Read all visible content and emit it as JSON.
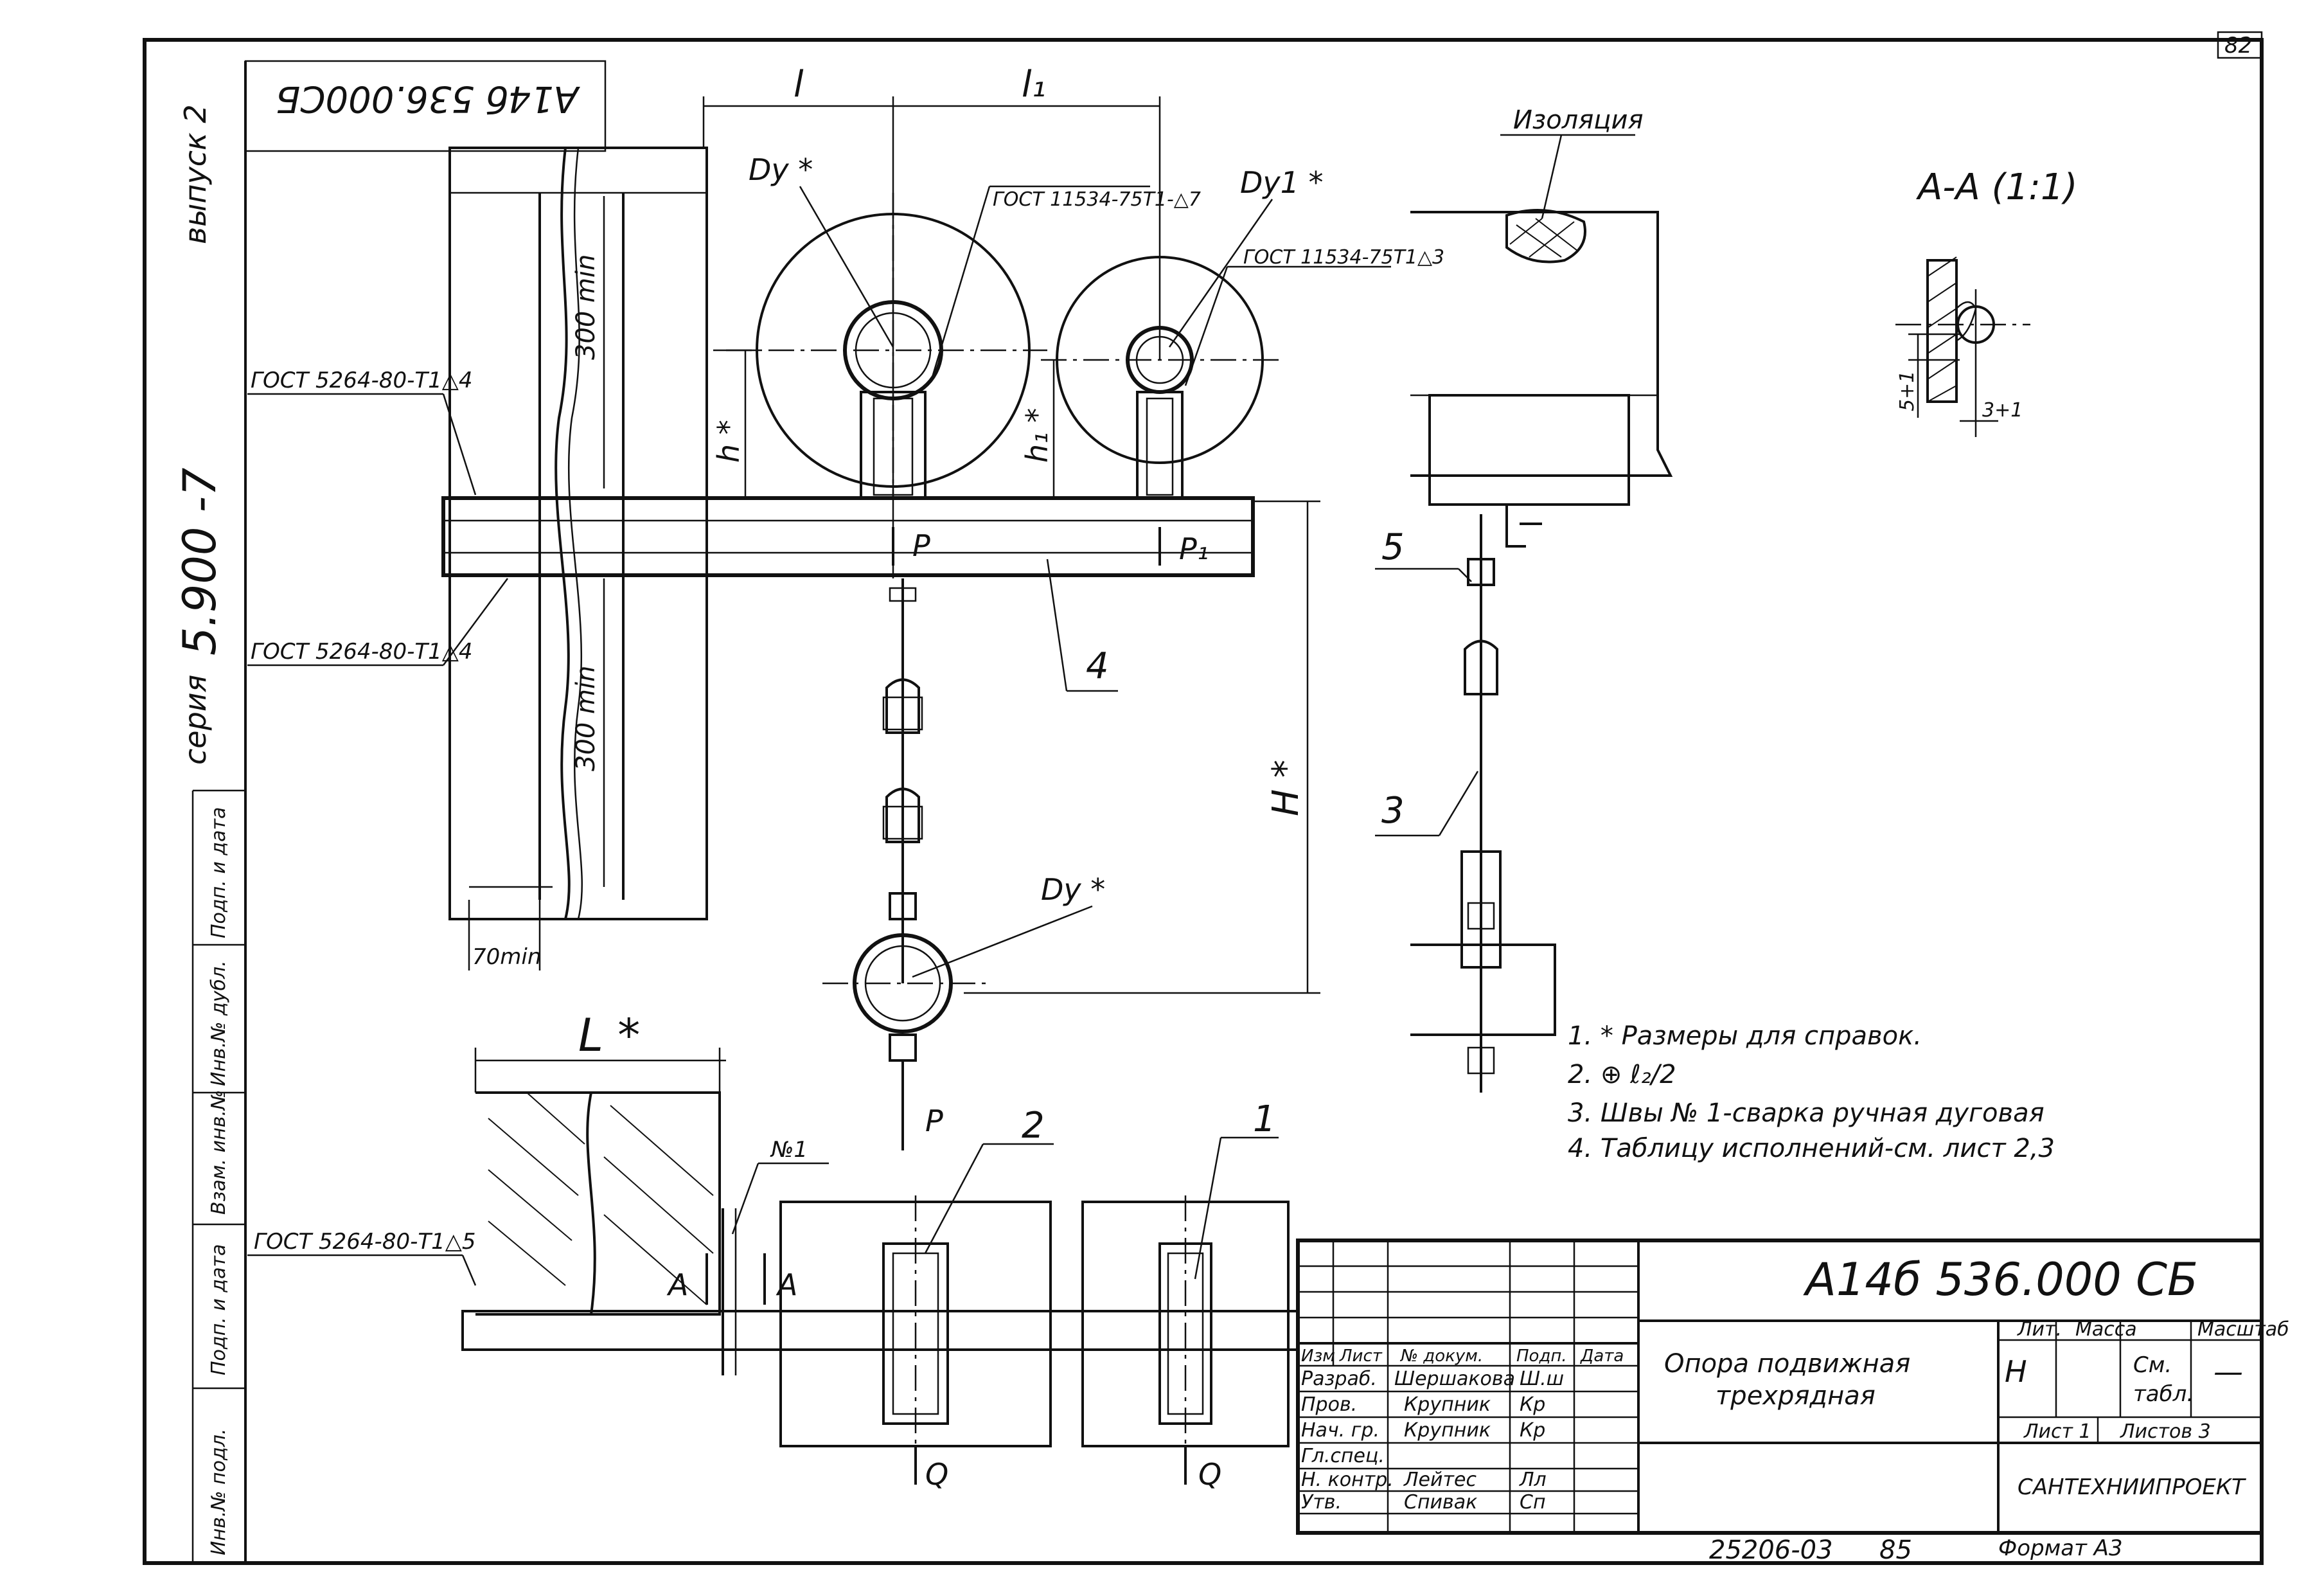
{
  "sheet_number": "82",
  "stamp_code": "А14б 536.000СБ",
  "series": {
    "series_label": "серия",
    "series_value": "5.900 -7",
    "issue": "выпуск 2"
  },
  "left_margin_labels": [
    "Инв.№ подл.",
    "Подп. и дата",
    "Взам. инв.№",
    "Инв.№ дубл.",
    "Подп. и дата"
  ],
  "weld_callouts": {
    "gost_top_pipe": "ГОСТ 11534-75Т1-△7",
    "gost_right_pipe": "ГОСТ 11534-75Т1△3",
    "gost_beam_top": "ГОСТ 5264-80-Т1△4",
    "gost_beam_bottom": "ГОСТ 5264-80-Т1△4",
    "gost_bottom_view": "ГОСТ 5264-80-Т1△5",
    "weld_no": "№1"
  },
  "dimension_labels": {
    "l": "l",
    "l1": "l₁",
    "dy_top": "Dу *",
    "dy1": "Dу1 *",
    "h": "h *",
    "h1": "h₁ *",
    "H": "H *",
    "dy_bottom": "Dу *",
    "L": "L *",
    "min300_top": "300 min",
    "min300_bottom": "300 min",
    "min70": "70min",
    "p_load": "P",
    "p1_load": "P₁",
    "p_bottom": "P",
    "q_left": "Q",
    "q_right": "Q",
    "section_a_left": "А",
    "section_a_right": "А"
  },
  "part_callouts": {
    "part1": "1",
    "part2": "2",
    "part3": "3",
    "part4": "4",
    "part5": "5"
  },
  "right_view": {
    "insulation_label": "Изоляция"
  },
  "section_view": {
    "title": "А-А (1:1)",
    "dim_vertical": "5+1",
    "dim_horizontal": "3+1"
  },
  "notes": [
    "1. * Размеры для справок.",
    "2. ⊕ ℓ₂/2",
    "3. Швы № 1-сварка ручная дуговая",
    "4. Таблицу исполнений-см. лист 2,3"
  ],
  "title_block": {
    "designation": "А14б 536.000 СБ",
    "name_line1": "Опора подвижная",
    "name_line2": "трехрядная",
    "header_labels": [
      "Изм",
      "Лист",
      "№ докум.",
      "Подп.",
      "Дата"
    ],
    "roles": [
      {
        "role": "Разраб.",
        "person": "Шершакова",
        "sign": "Ш.ш"
      },
      {
        "role": "Пров.",
        "person": "Крупник",
        "sign": "Кр"
      },
      {
        "role": "Нач. гр.",
        "person": "Крупник",
        "sign": "Кр"
      },
      {
        "role": "Гл.спец.",
        "person": "",
        "sign": ""
      },
      {
        "role": "Н. контр.",
        "person": "Лейтес",
        "sign": "Лл"
      },
      {
        "role": "Утв.",
        "person": "Спивак",
        "sign": "Сп"
      }
    ],
    "lit_label": "Лит.",
    "mass_label": "Масса",
    "scale_label": "Масштаб",
    "lit_value": "Н",
    "mass_value_line1": "См.",
    "mass_value_line2": "табл.",
    "scale_value": "—",
    "sheet_label": "Лист 1",
    "sheets_label": "Листов 3",
    "organization": "САНТЕХНИИПРОЕКТ"
  },
  "footer": {
    "doc_number": "25206-03",
    "year": "85",
    "format": "Формат А3"
  }
}
